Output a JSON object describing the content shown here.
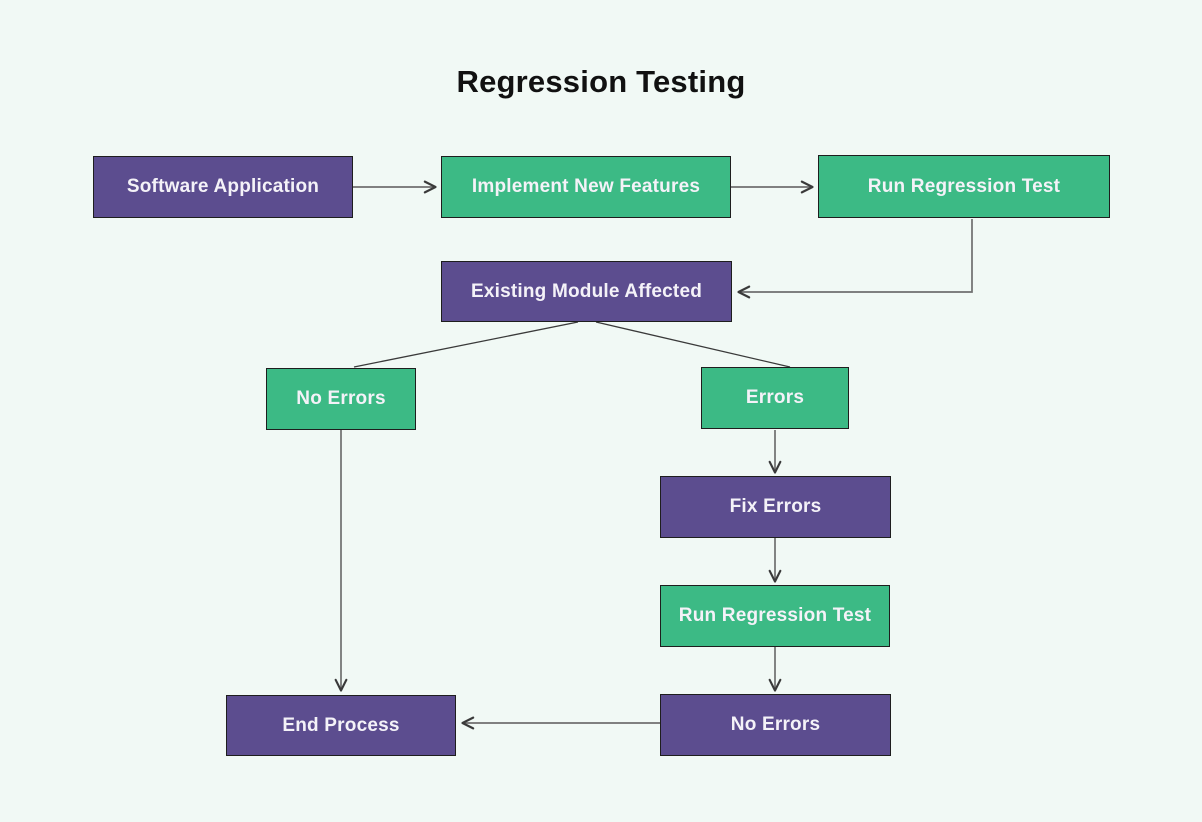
{
  "title": "Regression Testing",
  "colors": {
    "background": "#F1F9F5",
    "purple": "#5C4D8F",
    "green": "#3CBA85",
    "border": "#1E1E1E",
    "arrow": "#6F6F6F",
    "line_dark": "#3A3A3A",
    "node_text": "#F4F2F8",
    "title_text": "#111111"
  },
  "nodes": [
    {
      "id": "software-application",
      "label": "Software Application",
      "color": "purple"
    },
    {
      "id": "implement-new-features",
      "label": "Implement New Features",
      "color": "green"
    },
    {
      "id": "run-regression-test-1",
      "label": "Run Regression Test",
      "color": "green"
    },
    {
      "id": "existing-module-affected",
      "label": "Existing Module Affected",
      "color": "purple"
    },
    {
      "id": "no-errors-branch",
      "label": "No Errors",
      "color": "green"
    },
    {
      "id": "errors",
      "label": "Errors",
      "color": "green"
    },
    {
      "id": "fix-errors",
      "label": "Fix Errors",
      "color": "purple"
    },
    {
      "id": "run-regression-test-2",
      "label": "Run Regression Test",
      "color": "green"
    },
    {
      "id": "no-errors-final",
      "label": "No Errors",
      "color": "purple"
    },
    {
      "id": "end-process",
      "label": "End Process",
      "color": "purple"
    }
  ],
  "edges": [
    {
      "from": "software-application",
      "to": "implement-new-features",
      "arrowhead": true
    },
    {
      "from": "implement-new-features",
      "to": "run-regression-test-1",
      "arrowhead": true
    },
    {
      "from": "run-regression-test-1",
      "to": "existing-module-affected",
      "arrowhead": true
    },
    {
      "from": "existing-module-affected",
      "to": "no-errors-branch",
      "arrowhead": false
    },
    {
      "from": "existing-module-affected",
      "to": "errors",
      "arrowhead": false
    },
    {
      "from": "errors",
      "to": "fix-errors",
      "arrowhead": true
    },
    {
      "from": "fix-errors",
      "to": "run-regression-test-2",
      "arrowhead": true
    },
    {
      "from": "run-regression-test-2",
      "to": "no-errors-final",
      "arrowhead": true
    },
    {
      "from": "no-errors-final",
      "to": "end-process",
      "arrowhead": true
    },
    {
      "from": "no-errors-branch",
      "to": "end-process",
      "arrowhead": true
    }
  ]
}
